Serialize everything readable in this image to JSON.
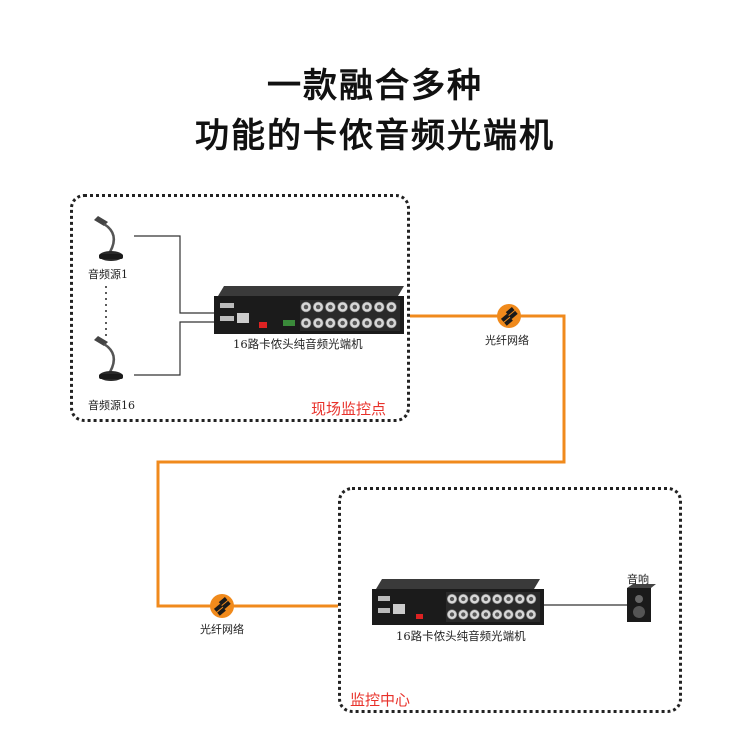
{
  "title": {
    "line1": "一款融合多种",
    "line2": "功能的卡侬音频光端机"
  },
  "site": {
    "zone_label": "现场监控点",
    "source_first": "音频源1",
    "source_last": "音频源16",
    "device_label": "16路卡侬头纯音频光端机"
  },
  "network": {
    "label_top": "光纤网络",
    "label_bottom": "光纤网络"
  },
  "monitor": {
    "zone_label": "监控中心",
    "device_label": "16路卡侬头纯音频光端机",
    "speaker_label": "音响"
  },
  "colors": {
    "fiber": "#f08a1c",
    "zone_label": "#e8312a",
    "device_body": "#1b1b1b"
  },
  "icons": [
    "microphone-icon",
    "fiber-connector-icon",
    "speaker-icon"
  ]
}
